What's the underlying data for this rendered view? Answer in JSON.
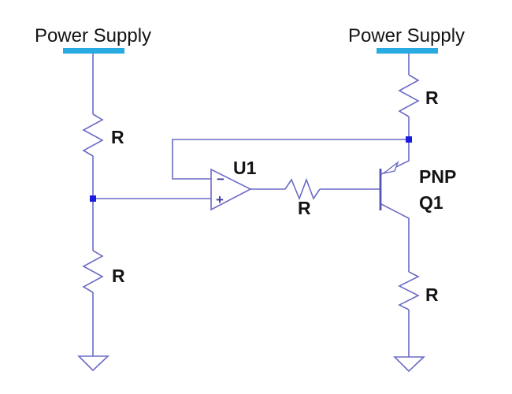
{
  "diagram": {
    "type": "circuit-schematic",
    "description": "Op-amp driving a PNP transistor current source between two power supply rails with resistor dividers"
  },
  "colors": {
    "background": "#ffffff",
    "wire": "#6B6BC7",
    "component_outline": "#6B6BC7",
    "transistor_bar": "#5454B2",
    "node": "#1C1CE0",
    "supply_bar": "#29ABE2",
    "text": "#141414",
    "pin_sign": "#3A3A9E"
  },
  "power_supply_left": {
    "label": "Power Supply"
  },
  "power_supply_right": {
    "label": "Power Supply"
  },
  "resistors": {
    "left_top": "R",
    "left_bottom": "R",
    "right_top": "R",
    "right_bottom": "R",
    "base": "R"
  },
  "opamp": {
    "ref": "U1",
    "inverting_sign": "−",
    "noninverting_sign": "+"
  },
  "transistor": {
    "type": "PNP",
    "ref": "Q1"
  }
}
